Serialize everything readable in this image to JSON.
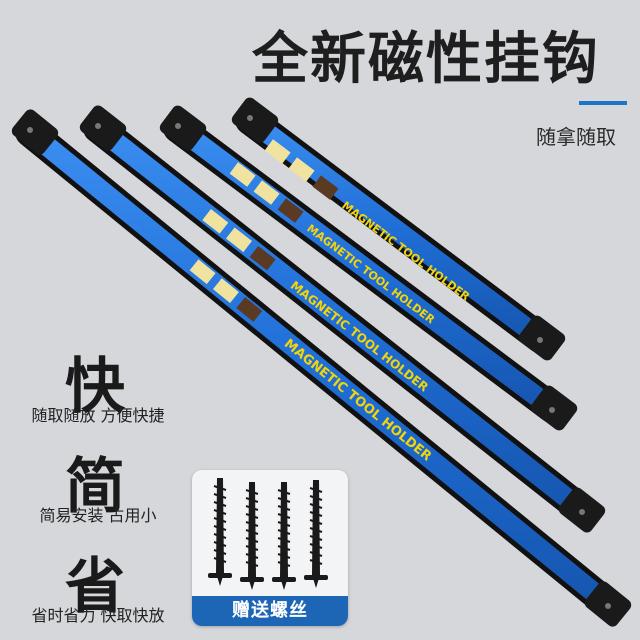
{
  "title": "全新磁性挂钩",
  "subtitle": "随拿随取",
  "features": [
    {
      "word": "快",
      "desc": "随取随放 方便快捷"
    },
    {
      "word": "简",
      "desc": "简易安装 占用小"
    },
    {
      "word": "省",
      "desc": "省时省力 快取快放"
    }
  ],
  "bar_label": "MAGNETIC TOOL HOLDER",
  "screws_caption": "赠送螺丝",
  "colors": {
    "bar_blue": "#1f6ed6",
    "bar_text": "#f2d40c",
    "accent": "#1a74c9",
    "caption_bg": "#1c66b5"
  }
}
